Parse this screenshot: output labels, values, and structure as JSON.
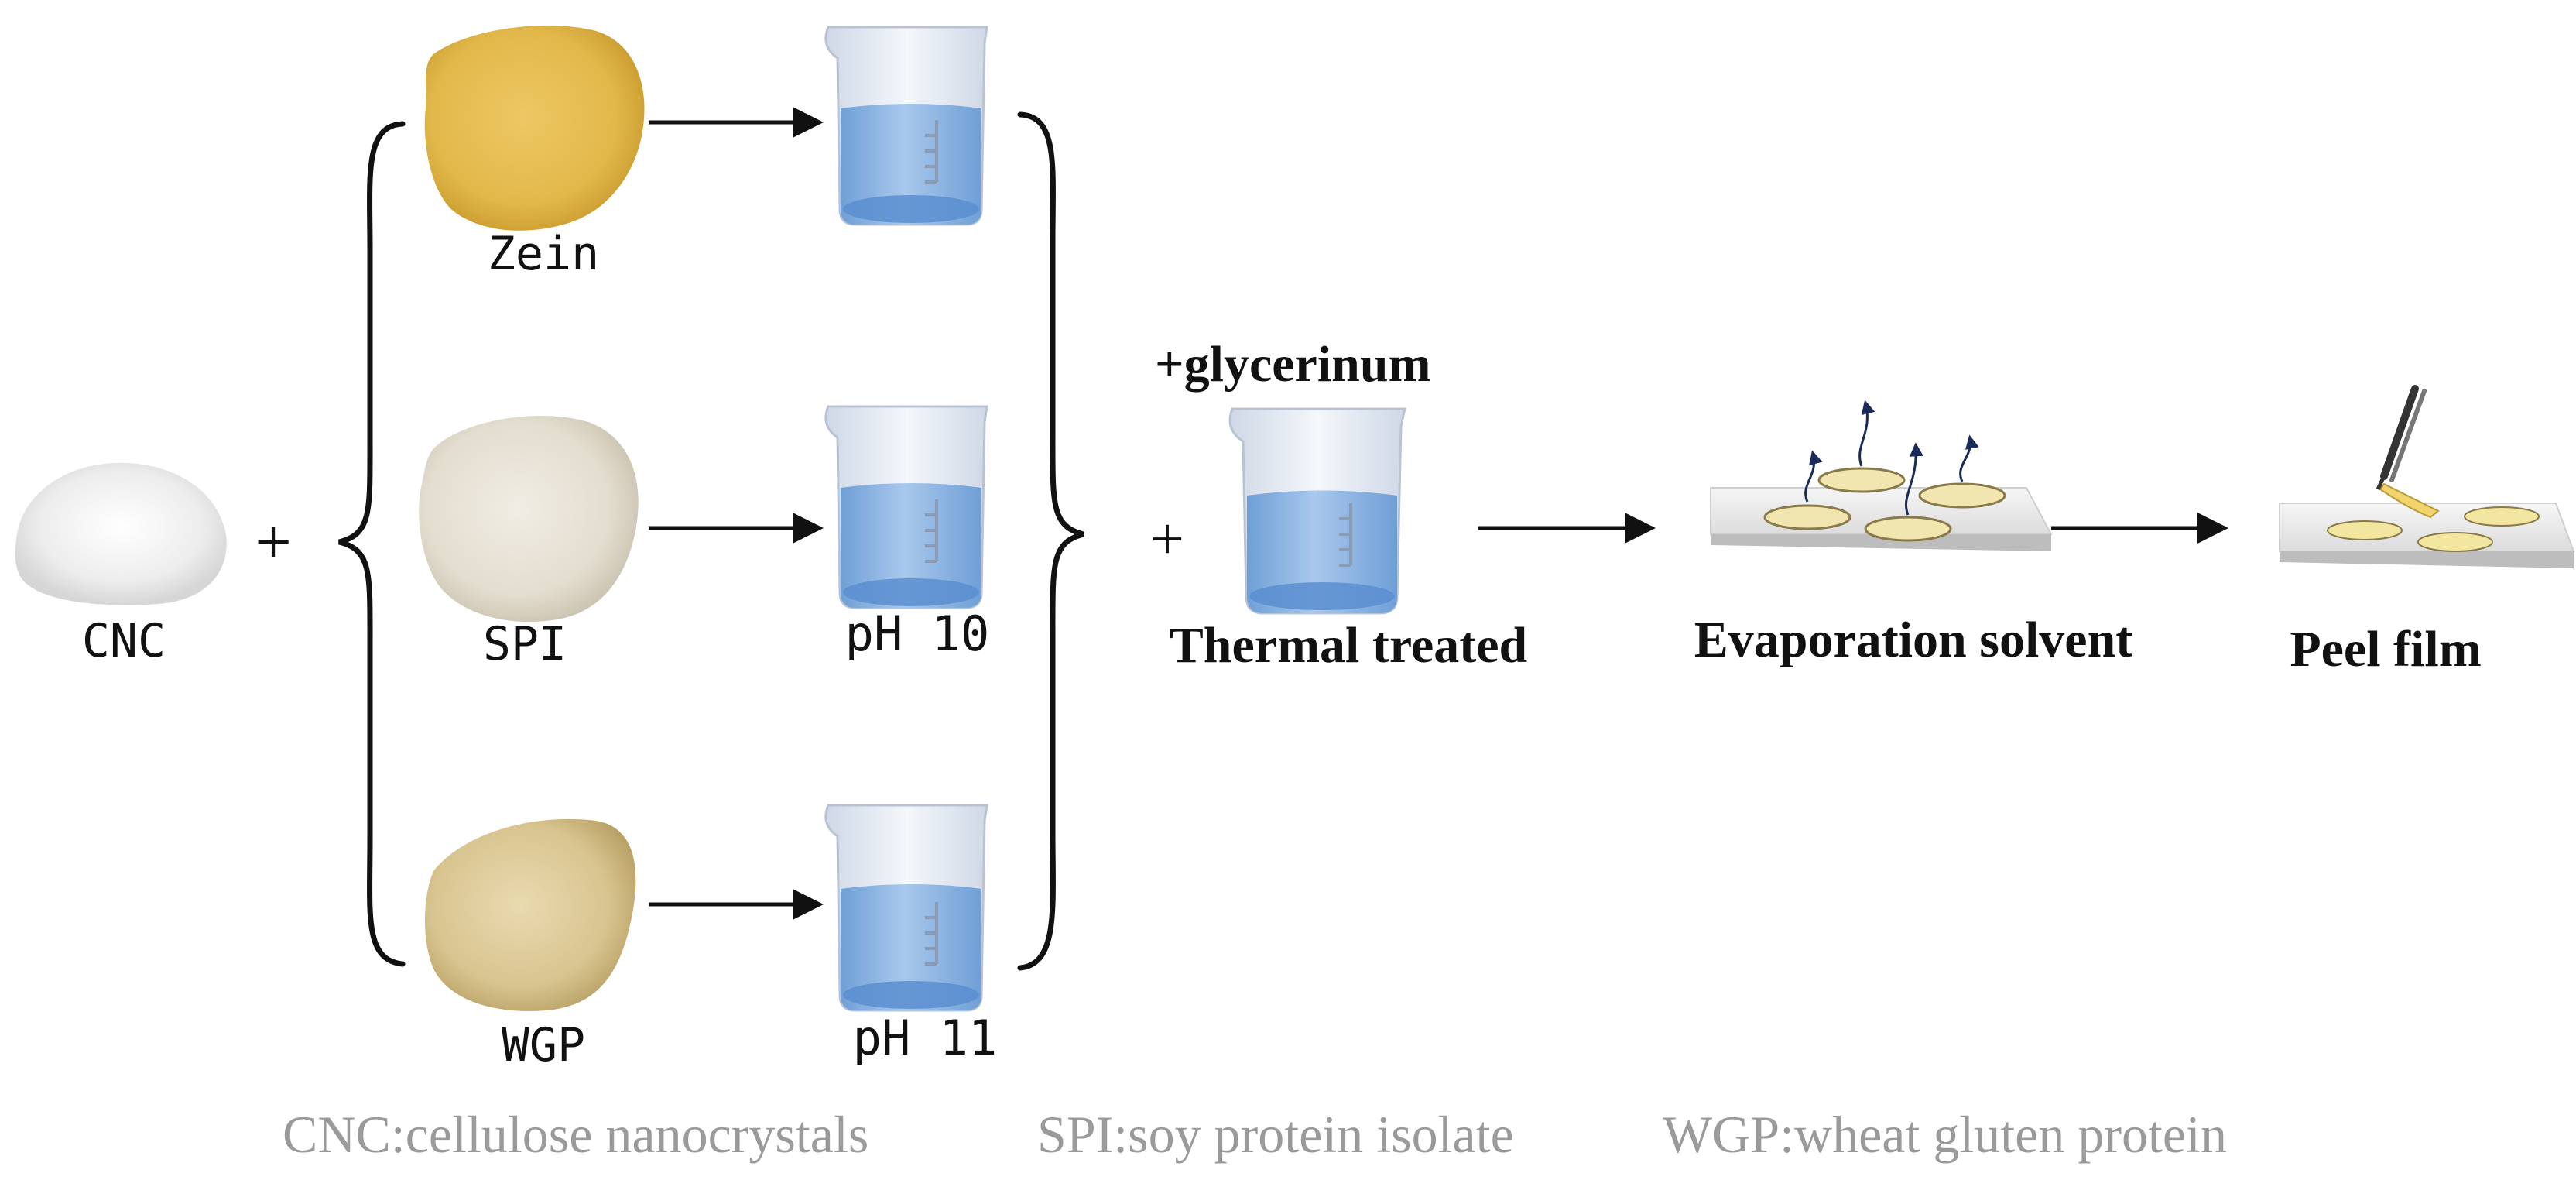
{
  "materials": {
    "cnc_label": "CNC",
    "zein_label": "Zein",
    "spi_label": "SPI",
    "wgp_label": "WGP"
  },
  "solutions": {
    "ph_spi": "pH 10",
    "ph_wgp": "pH 11"
  },
  "operators": {
    "plus": "+"
  },
  "process": {
    "additive": "+glycerinum",
    "step_thermal": "Thermal treated",
    "step_evaporation": "Evaporation solvent",
    "step_peel": "Peel film"
  },
  "legend": {
    "cnc": "CNC:cellulose nanocrystals",
    "spi": "SPI:soy protein isolate",
    "wgp": "WGP:wheat gluten protein"
  },
  "colors": {
    "zein_powder": "#e2b84a",
    "spi_powder": "#e3ddcf",
    "wgp_powder": "#d8c48f",
    "cnc_powder": "#f2f2f2",
    "liquid": "#8fb7e3",
    "legend_text": "#9a9a9a"
  }
}
